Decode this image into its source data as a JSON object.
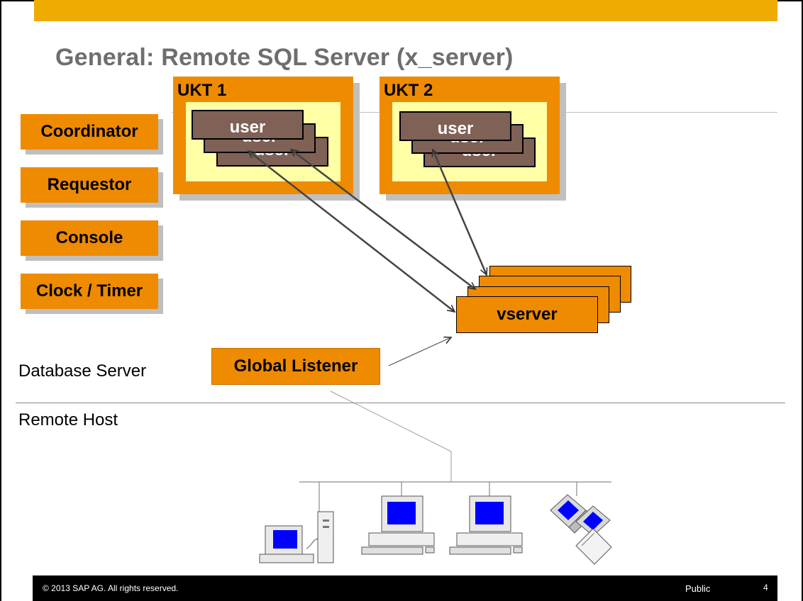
{
  "slide": {
    "title": "General: Remote SQL Server (x_server)",
    "accent_color": "#F0AB00",
    "box_color": "#EE8B00",
    "inner_color": "#FFFFA6",
    "user_task_color": "#7F6155"
  },
  "left_boxes": [
    "Coordinator",
    "Requestor",
    "Console",
    "Clock / Timer"
  ],
  "ukt1": {
    "label": "UKT 1",
    "tasks": [
      "user",
      "user",
      "user"
    ]
  },
  "ukt2": {
    "label": "UKT 2",
    "tasks": [
      "user",
      "user",
      "user"
    ]
  },
  "vserver": {
    "label": "vserver"
  },
  "global_listener": {
    "label": "Global Listener"
  },
  "regions": {
    "database_server": "Database Server",
    "remote_host": "Remote Host"
  },
  "footer": {
    "copyright": "© 2013 SAP AG. All rights reserved.",
    "classification": "Public",
    "page_number": "4"
  },
  "icons": [
    "desktop-tower-computer-icon",
    "desktop-computer-icon",
    "desktop-computer-icon",
    "network-computers-icon"
  ]
}
